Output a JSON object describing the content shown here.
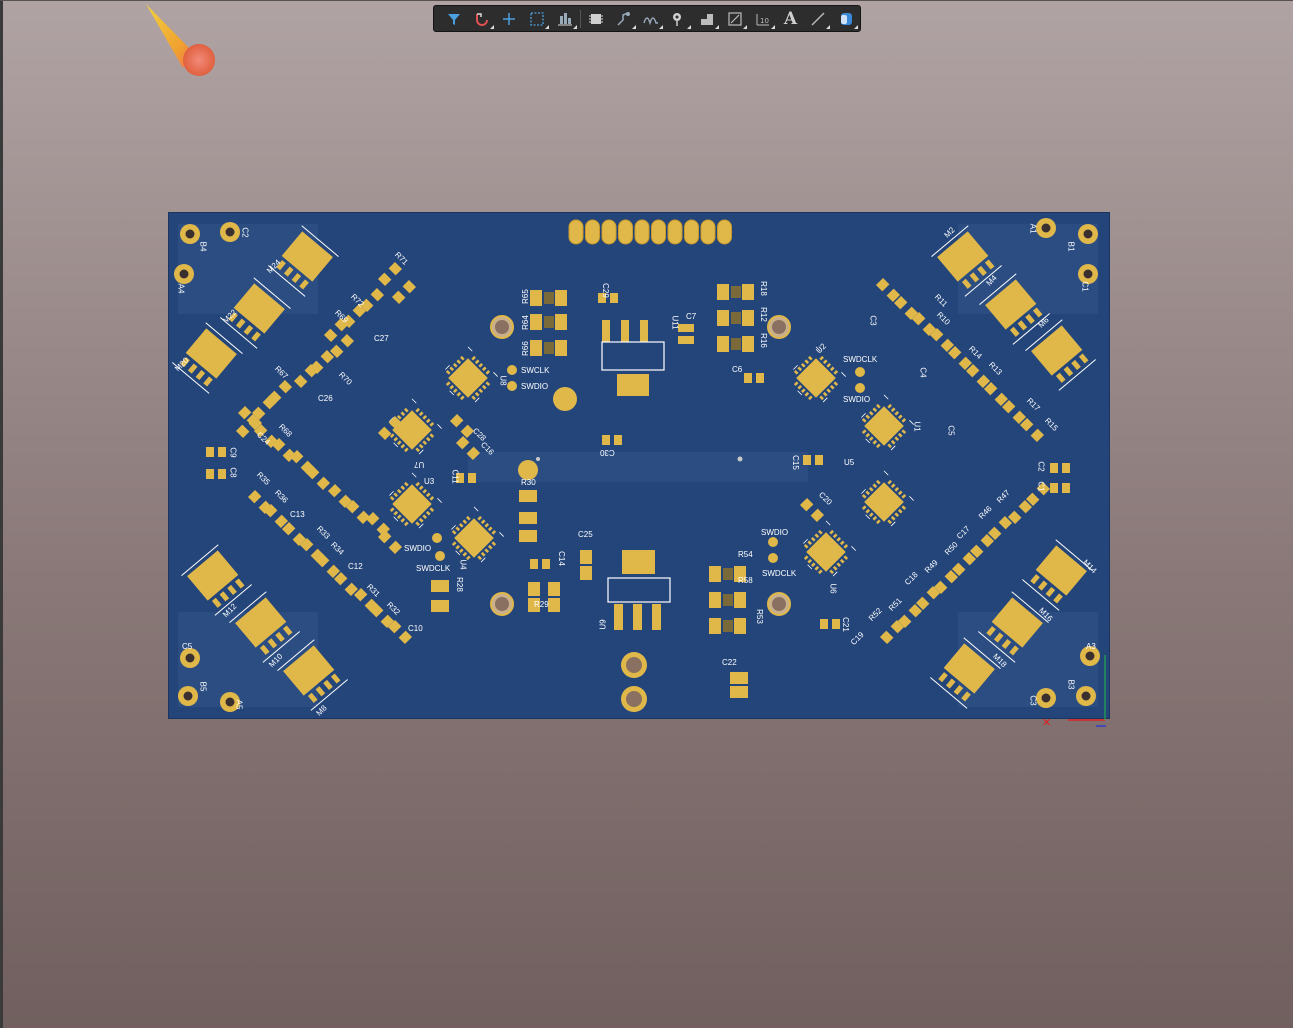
{
  "toolbar": {
    "tools": [
      {
        "name": "filter-icon"
      },
      {
        "name": "interactive-routing-icon"
      },
      {
        "name": "place-icon"
      },
      {
        "name": "select-rectangle-icon"
      },
      {
        "name": "align-icon"
      },
      {
        "name": "component-icon"
      },
      {
        "name": "route-multiple-icon"
      },
      {
        "name": "differential-pair-icon"
      },
      {
        "name": "via-icon"
      },
      {
        "name": "polygon-icon"
      },
      {
        "name": "region-icon"
      },
      {
        "name": "dimension-icon"
      },
      {
        "name": "string-icon"
      },
      {
        "name": "line-icon"
      },
      {
        "name": "3d-body-icon"
      }
    ],
    "text_tool_glyph": "A"
  },
  "colors": {
    "board": "#24457a",
    "pad": "#e0b84a",
    "silk": "#ffffff",
    "accent": "#4aa0e0"
  },
  "designators": [
    {
      "text": "C2"
    },
    {
      "text": "B4"
    },
    {
      "text": "A4"
    },
    {
      "text": "M24"
    },
    {
      "text": "R71"
    },
    {
      "text": "R72"
    },
    {
      "text": "M22"
    },
    {
      "text": "R69"
    },
    {
      "text": "C27"
    },
    {
      "text": "M20"
    },
    {
      "text": "R67"
    },
    {
      "text": "R70"
    },
    {
      "text": "C26"
    },
    {
      "text": "R68"
    },
    {
      "text": "C24"
    },
    {
      "text": "C9"
    },
    {
      "text": "C8"
    },
    {
      "text": "R35"
    },
    {
      "text": "R36"
    },
    {
      "text": "C13"
    },
    {
      "text": "R33"
    },
    {
      "text": "R34"
    },
    {
      "text": "C12"
    },
    {
      "text": "M12"
    },
    {
      "text": "R31"
    },
    {
      "text": "R32"
    },
    {
      "text": "C10"
    },
    {
      "text": "M10"
    },
    {
      "text": "M8"
    },
    {
      "text": "C5"
    },
    {
      "text": "B5"
    },
    {
      "text": "A5"
    },
    {
      "text": "R65"
    },
    {
      "text": "R64"
    },
    {
      "text": "R66"
    },
    {
      "text": "C29"
    },
    {
      "text": "C7"
    },
    {
      "text": "U11"
    },
    {
      "text": "R18"
    },
    {
      "text": "R12"
    },
    {
      "text": "R16"
    },
    {
      "text": "C6"
    },
    {
      "text": "U8"
    },
    {
      "text": "SWCLK"
    },
    {
      "text": "SWDIO"
    },
    {
      "text": "C28"
    },
    {
      "text": "C16"
    },
    {
      "text": "U7"
    },
    {
      "text": "C30"
    },
    {
      "text": "C11"
    },
    {
      "text": "R30"
    },
    {
      "text": "U3"
    },
    {
      "text": "U4"
    },
    {
      "text": "SWDIO"
    },
    {
      "text": "SWDCLK"
    },
    {
      "text": "R28"
    },
    {
      "text": "C25"
    },
    {
      "text": "C14"
    },
    {
      "text": "R29"
    },
    {
      "text": "U9"
    },
    {
      "text": "R54"
    },
    {
      "text": "R58"
    },
    {
      "text": "R53"
    },
    {
      "text": "C22"
    },
    {
      "text": "SWDIO"
    },
    {
      "text": "SWDCLK"
    },
    {
      "text": "U6"
    },
    {
      "text": "C20"
    },
    {
      "text": "C15"
    },
    {
      "text": "U5"
    },
    {
      "text": "U2"
    },
    {
      "text": "SWDCLK"
    },
    {
      "text": "SWDIO"
    },
    {
      "text": "U1"
    },
    {
      "text": "M2"
    },
    {
      "text": "A1"
    },
    {
      "text": "B1"
    },
    {
      "text": "C1"
    },
    {
      "text": "M4"
    },
    {
      "text": "R11"
    },
    {
      "text": "R10"
    },
    {
      "text": "C3"
    },
    {
      "text": "M6"
    },
    {
      "text": "R14"
    },
    {
      "text": "R13"
    },
    {
      "text": "C4"
    },
    {
      "text": "R17"
    },
    {
      "text": "R15"
    },
    {
      "text": "C5"
    },
    {
      "text": "C2"
    },
    {
      "text": "C1"
    },
    {
      "text": "R47"
    },
    {
      "text": "R46"
    },
    {
      "text": "C17"
    },
    {
      "text": "R50"
    },
    {
      "text": "R49"
    },
    {
      "text": "C18"
    },
    {
      "text": "M14"
    },
    {
      "text": "R52"
    },
    {
      "text": "R51"
    },
    {
      "text": "C19"
    },
    {
      "text": "C21"
    },
    {
      "text": "M16"
    },
    {
      "text": "M18"
    },
    {
      "text": "A3"
    },
    {
      "text": "B3"
    },
    {
      "text": "C3"
    }
  ]
}
